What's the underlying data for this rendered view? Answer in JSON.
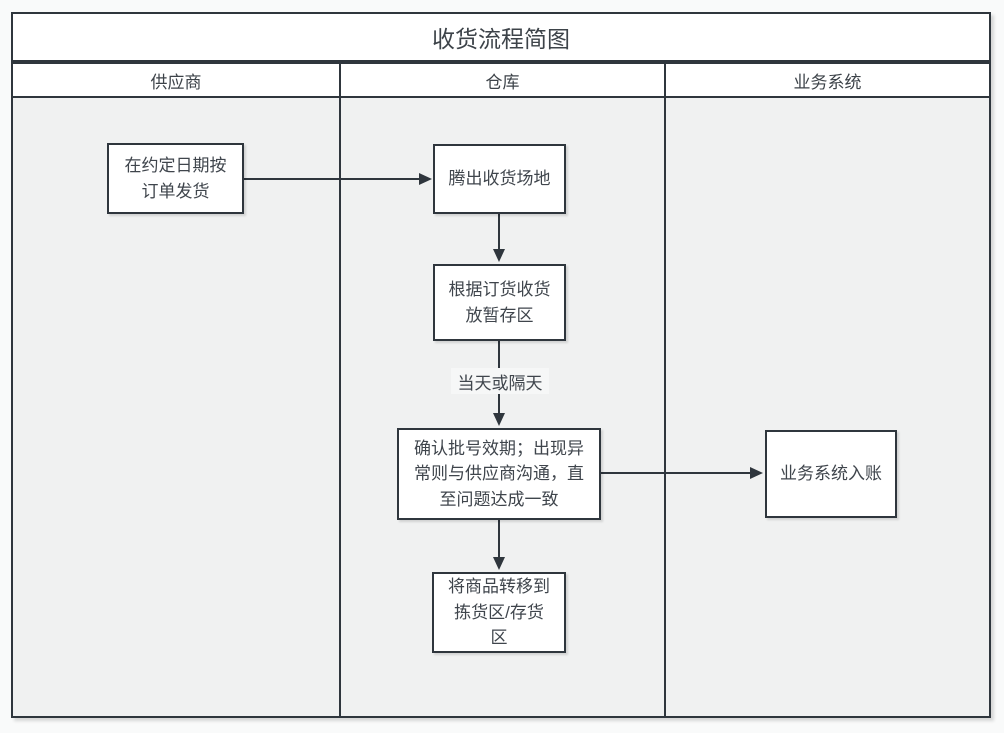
{
  "diagram": {
    "title": "收货流程简图",
    "lanes": [
      {
        "label": "供应商"
      },
      {
        "label": "仓库"
      },
      {
        "label": "业务系统"
      }
    ],
    "nodes": {
      "ship": "在约定日期按\n订单发货",
      "clear_area": "腾出收货场地",
      "receive_temp": "根据订货收货\n放暂存区",
      "confirm_batch": "确认批号效期；出现异\n常则与供应商沟通，直\n至问题达成一致",
      "book_entry": "业务系统入账",
      "transfer": "将商品转移到\n拣货区/存货\n区"
    },
    "edge_labels": {
      "timing": "当天或隔天"
    },
    "colors": {
      "border": "#2f363d",
      "lane_background": "#f0f1f1",
      "node_background": "#ffffff",
      "text": "#3f454c",
      "page_background": "#f9fafa"
    }
  }
}
